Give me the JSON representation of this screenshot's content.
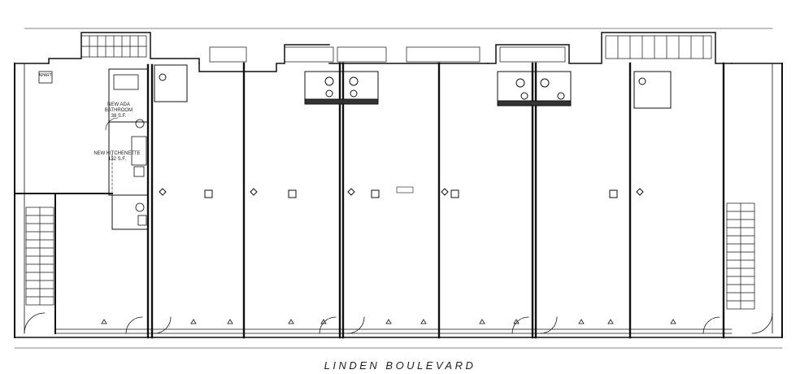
{
  "street_label": "LINDEN BOULEVARD",
  "room_labels": {
    "bathroom": [
      "NEW ADA",
      "BATHROOM",
      "38 S.F."
    ],
    "kitchenette": [
      "NEW KITCHENETTE",
      "132 S.F."
    ],
    "apartment_tag": "APART."
  }
}
